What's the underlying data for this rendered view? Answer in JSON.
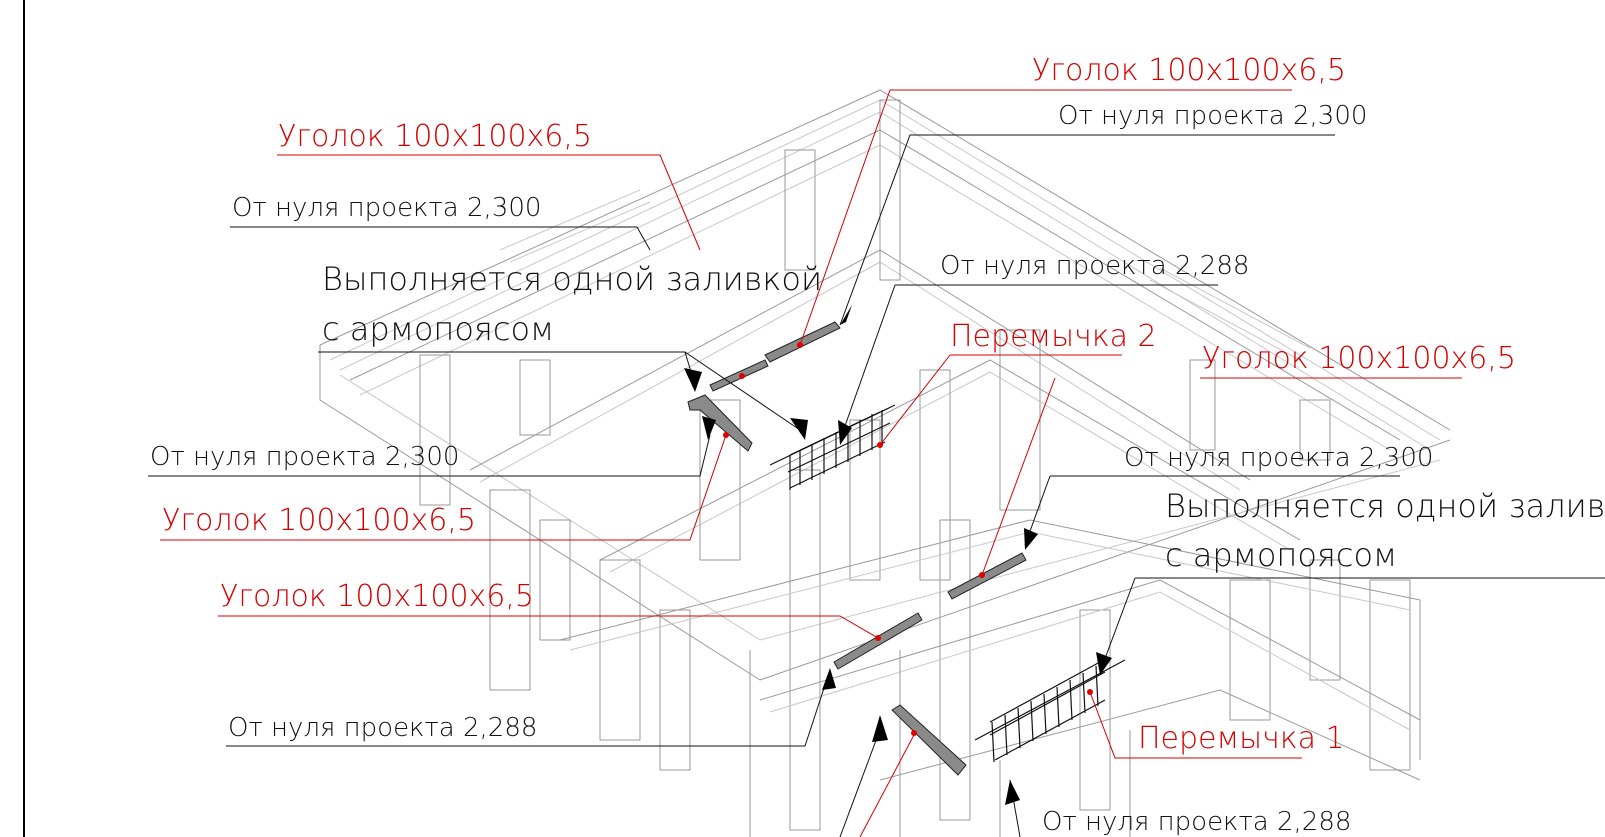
{
  "annotations": {
    "angle_label": "Уголок 100х100х6,5",
    "elev_2300": "От нуля проекта 2,300",
    "elev_2288": "От нуля проекта 2,288",
    "pour_note_line1": "Выполняется одной заливкой",
    "pour_note_line2": "с армопоясом",
    "pour_note_right_line1": "Выполняется одной заливк",
    "lintel_1": "Перемычка 1",
    "lintel_2": "Перемычка 2"
  },
  "colors": {
    "callout_red": "#d40000",
    "callout_black": "#111111",
    "wireframe": "#9a9a9a"
  }
}
